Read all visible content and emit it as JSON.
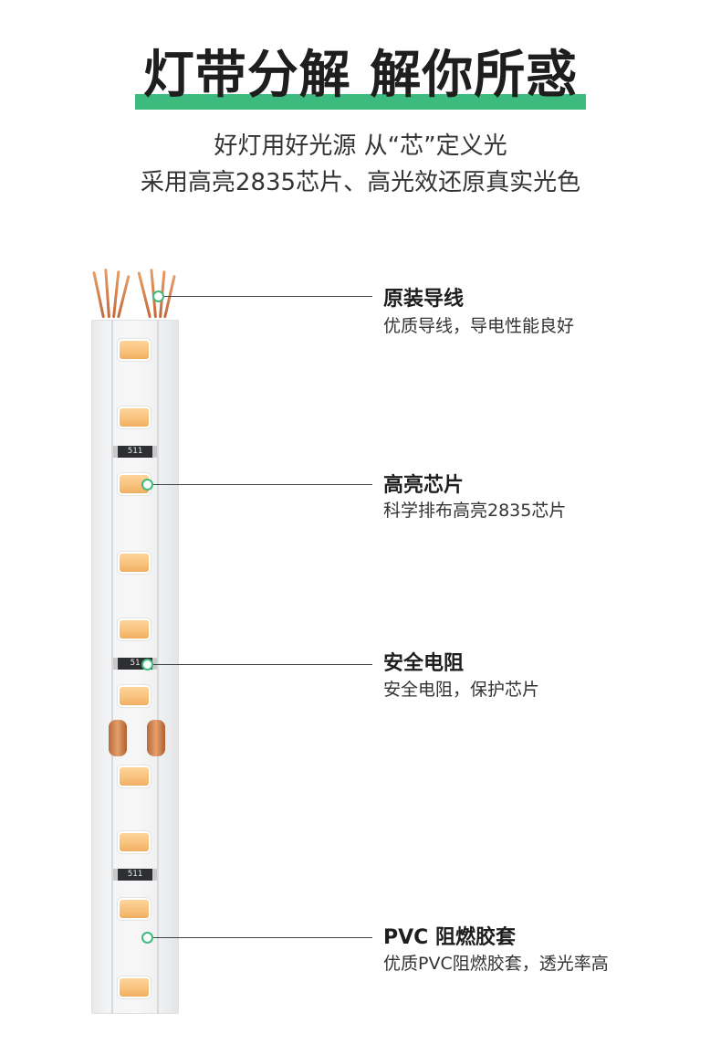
{
  "header": {
    "title": "灯带分解 解你所惑",
    "subtitle_line1": "好灯用好光源 从“芯”定义光",
    "subtitle_line2": "采用高亮2835芯片、高光效还原真实光色"
  },
  "strip": {
    "resistor_marks": [
      "511",
      "51",
      "511"
    ]
  },
  "callouts": [
    {
      "title": "原装导线",
      "desc": "优质导线，导电性能良好"
    },
    {
      "title": "高亮芯片",
      "desc": "科学排布高亮2835芯片"
    },
    {
      "title": "安全电阻",
      "desc": "安全电阻，保护芯片"
    },
    {
      "title": "PVC 阻燃胶套",
      "desc": "优质PVC阻燃胶套，透光率高"
    }
  ],
  "colors": {
    "accent": "#3dbb7e",
    "chip": "#f8c07a",
    "copper": "#c87a46"
  }
}
